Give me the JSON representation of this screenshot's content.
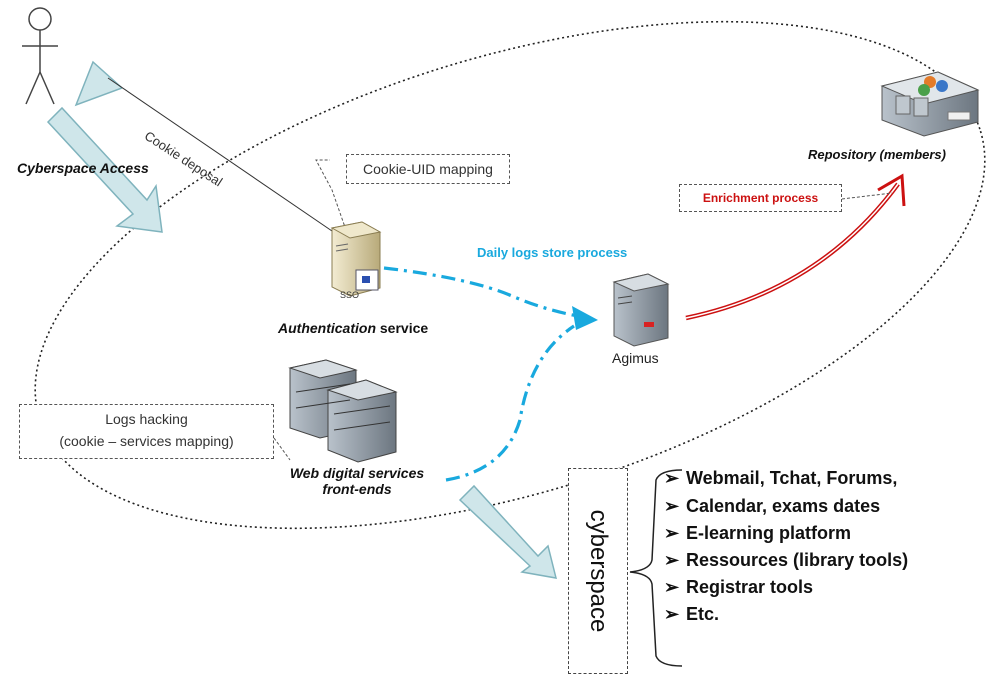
{
  "labels": {
    "cyberspace_access": "Cyberspace Access",
    "cookie_deposal": "Cookie deposal",
    "cookie_uid_mapping": "Cookie-UID mapping",
    "sso": "SSO",
    "auth_service_italic": "Authentication",
    "auth_service_plain": "service",
    "daily_logs": "Daily logs store process",
    "agimus": "Agimus",
    "enrichment": "Enrichment process",
    "repository": "Repository (members)",
    "logs_hacking_line1": "Logs hacking",
    "logs_hacking_line2": "(cookie – services mapping)",
    "web_services_line1": "Web digital services",
    "web_services_line2": "front-ends",
    "cyberspace": "cyberspace"
  },
  "services_list": [
    "Webmail, Tchat, Forums,",
    "Calendar, exams dates",
    "E-learning platform",
    "Ressources (library tools)",
    "Registrar tools",
    "Etc."
  ],
  "colors": {
    "daily_logs": "#19a9de",
    "enrichment": "#cc1111",
    "big_arrow_fill": "#cfe6ea",
    "big_arrow_stroke": "#7fb3bd"
  }
}
